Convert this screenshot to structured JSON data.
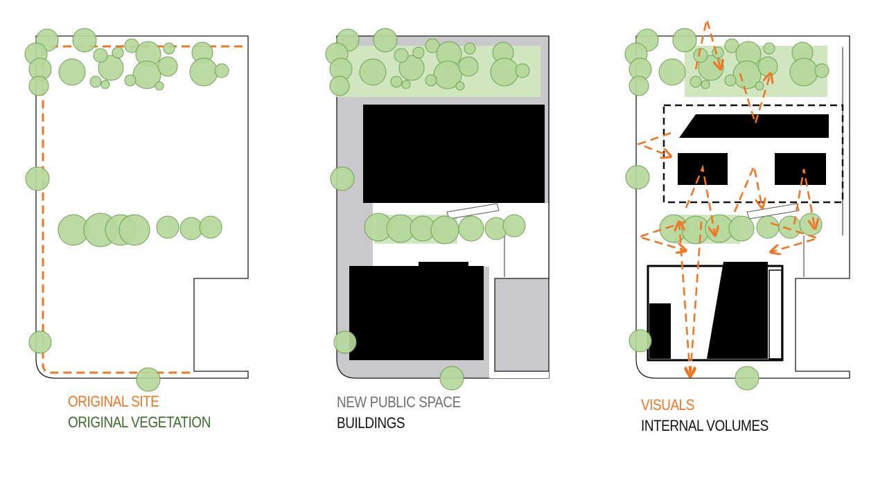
{
  "panels": [
    {
      "legend": [
        {
          "label": "ORIGINAL SITE",
          "color": "#ee7624"
        },
        {
          "label": "ORIGINAL VEGETATION",
          "color": "#3a6b2a"
        }
      ]
    },
    {
      "legend": [
        {
          "label": "NEW PUBLIC SPACE",
          "color": "#707070"
        },
        {
          "label": "BUILDINGS",
          "color": "#111111"
        }
      ]
    },
    {
      "legend": [
        {
          "label": "VISUALS",
          "color": "#ee7624"
        },
        {
          "label": "INTERNAL VOLUMES",
          "color": "#111111"
        }
      ]
    }
  ],
  "colors": {
    "tree_fill": "#b5d89a",
    "tree_stroke": "#6fa057",
    "orange": "#ee7624",
    "public_space": "#c9c9cb",
    "building": "#000000"
  }
}
